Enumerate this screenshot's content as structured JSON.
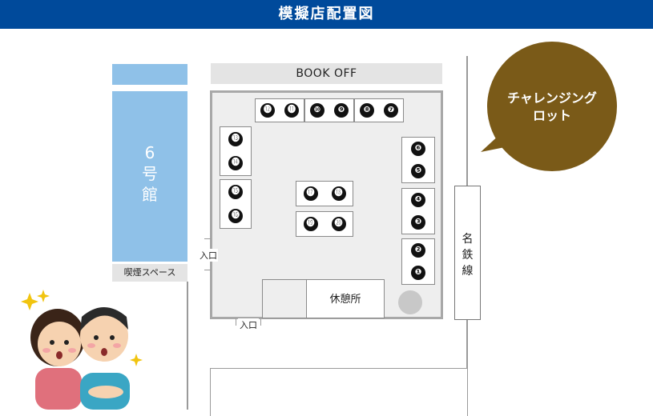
{
  "header": {
    "title": "模擬店配置図"
  },
  "labels": {
    "building6": "6\n号\n館",
    "smoking": "喫煙スペース",
    "bookoff": "BOOK OFF",
    "entrance": "入口",
    "rest": "休憩所",
    "meitetsu": "名\n鉄\n線",
    "challenge": "チャレンジング\nロット"
  },
  "booths": {
    "t1": [
      "⓬",
      "⓫"
    ],
    "t2": [
      "❿",
      "❾"
    ],
    "t3": [
      "❽",
      "❼"
    ],
    "t4": [
      "⓭",
      "⓮"
    ],
    "t5": [
      "⓯",
      "⓰"
    ],
    "t6": [
      "⓱",
      "⓲"
    ],
    "t7": [
      "⓳",
      "⓴"
    ],
    "t8": [
      "❻",
      "❺"
    ],
    "t9": [
      "❹",
      "❸"
    ],
    "t10": [
      "❷",
      "❶"
    ]
  },
  "colors": {
    "header": "#004a9b",
    "building6": "#8fc1e8",
    "bubble": "#7a5a18"
  }
}
